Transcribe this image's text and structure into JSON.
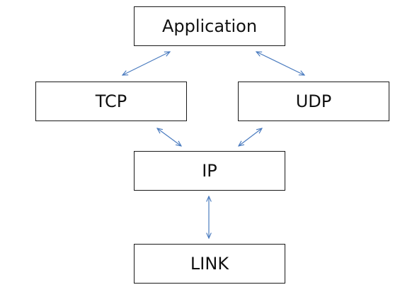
{
  "layers": {
    "application": "Application",
    "tcp": "TCP",
    "udp": "UDP",
    "ip": "IP",
    "link": "LINK"
  },
  "connections": [
    {
      "from": "application",
      "to": "tcp",
      "direction": "bidirectional"
    },
    {
      "from": "application",
      "to": "udp",
      "direction": "bidirectional"
    },
    {
      "from": "tcp",
      "to": "ip",
      "direction": "bidirectional"
    },
    {
      "from": "udp",
      "to": "ip",
      "direction": "bidirectional"
    },
    {
      "from": "ip",
      "to": "link",
      "direction": "bidirectional"
    }
  ],
  "colors": {
    "arrow": "#4a7bbf",
    "box_border": "#1a1a1a"
  }
}
